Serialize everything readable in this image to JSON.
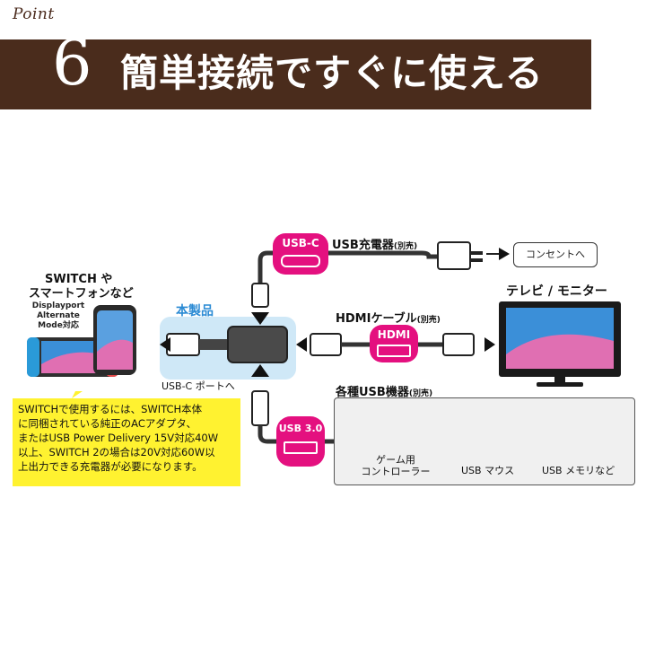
{
  "header": {
    "point_label": "Point",
    "number": "6",
    "title": "簡単接続ですぐに使える"
  },
  "labels": {
    "switch_line1": "SWITCH や",
    "switch_line2": "スマートフォンなど",
    "displayport_line1": "Displayport",
    "displayport_line2": "Alternate",
    "displayport_line3": "Mode対応",
    "product": "本製品",
    "usbc_port": "USB-C ポートへ",
    "charger": "USB充電器",
    "charger_note": "(別売)",
    "outlet": "コンセントへ",
    "hdmi_cable": "HDMIケーブル",
    "hdmi_note": "(別売)",
    "tv": "テレビ / モニター",
    "usb_devices": "各種USB機器",
    "usb_devices_note": "(別売)",
    "usbc_badge": "USB-C",
    "hdmi_badge": "HDMI",
    "usb3_badge": "USB 3.0",
    "controller_line1": "ゲーム用",
    "controller_line2": "コントローラー",
    "mouse": "USB マウス",
    "memory": "USB メモリなど"
  },
  "note": {
    "lines": [
      "SWITCHで使用するには、SWITCH本体",
      "に同梱されている純正のACアダプタ、",
      "またはUSB Power Delivery 15V対応40W",
      "以上、SWITCH 2の場合は20V対応60W以",
      "上出力できる充電器が必要になります。"
    ]
  },
  "colors": {
    "banner": "#4a2c1c",
    "accent_pink": "#e4107f",
    "note_yellow": "#fff230",
    "product_blue": "#cfe8f7"
  }
}
